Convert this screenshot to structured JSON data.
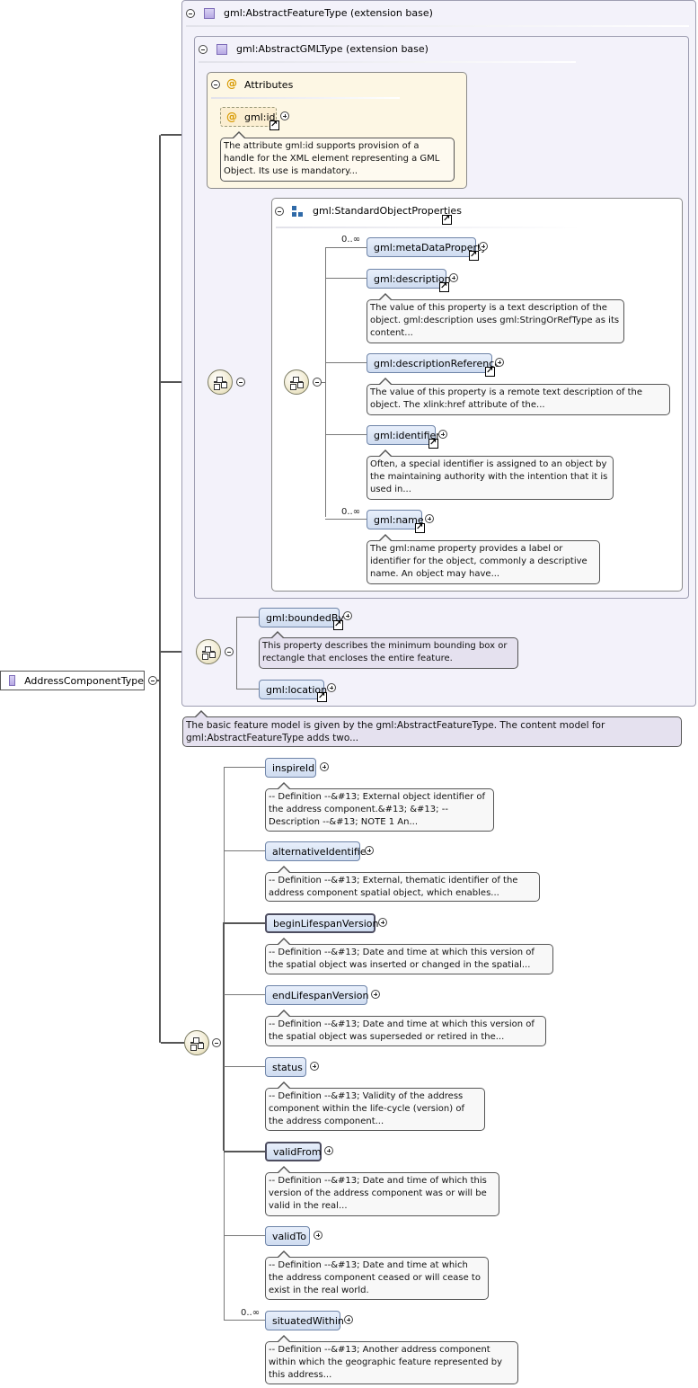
{
  "root": {
    "label": "AddressComponentType"
  },
  "extension": {
    "abstract_feature": "gml:AbstractFeatureType (extension base)",
    "abstract_gml": "gml:AbstractGMLType (extension base)",
    "attributes_title": "Attributes",
    "gml_id": {
      "label": "gml:id",
      "note": "The attribute gml:id supports provision of a handle for the XML element representing a GML Object. Its use is mandatory..."
    },
    "std_props": "gml:StandardObjectProperties",
    "std_elements": [
      {
        "label": "gml:metaDataProperty",
        "occurs": "0..∞",
        "note": ""
      },
      {
        "label": "gml:description",
        "occurs": "",
        "note": "The value of this property is a text description of the object. gml:description uses gml:StringOrRefType as its content..."
      },
      {
        "label": "gml:descriptionReference",
        "occurs": "",
        "note": "The value of this property is a remote text description of the object. The xlink:href attribute of the..."
      },
      {
        "label": "gml:identifier",
        "occurs": "",
        "note": "Often, a special identifier is assigned to an object by the maintaining authority with the intention that it is used in..."
      },
      {
        "label": "gml:name",
        "occurs": "0..∞",
        "note": "The gml:name property provides a label or identifier for the object, commonly a descriptive name. An object may have..."
      }
    ],
    "feature_elements": [
      {
        "label": "gml:boundedBy",
        "note": "This property describes the minimum bounding box or rectangle that encloses the entire feature."
      },
      {
        "label": "gml:location",
        "note": ""
      }
    ],
    "feature_note": "The basic feature model is given by the gml:AbstractFeatureType. The content model for gml:AbstractFeatureType adds two..."
  },
  "elements": [
    {
      "label": "inspireId",
      "occurs": "",
      "note": "-- Definition --&#13; External object identifier of the address component.&#13; &#13; -- Description --&#13; NOTE 1 An..."
    },
    {
      "label": "alternativeIdentifier",
      "occurs": "",
      "note": "-- Definition --&#13; External, thematic identifier of the address component spatial object, which enables..."
    },
    {
      "label": "beginLifespanVersion",
      "occurs": "",
      "note": "-- Definition --&#13; Date and time at which this version of the spatial object was inserted or changed in the spatial..."
    },
    {
      "label": "endLifespanVersion",
      "occurs": "",
      "note": "-- Definition --&#13; Date and time at which this version of the spatial object was superseded or retired in the..."
    },
    {
      "label": "status",
      "occurs": "",
      "note": "-- Definition --&#13; Validity of the address component within the life-cycle (version) of the address component..."
    },
    {
      "label": "validFrom",
      "occurs": "",
      "note": "-- Definition --&#13; Date and time of which this version of the address component was or will be valid in the real..."
    },
    {
      "label": "validTo",
      "occurs": "",
      "note": "-- Definition --&#13; Date and time at which the address component ceased or will cease to exist in the real world."
    },
    {
      "label": "situatedWithin",
      "occurs": "0..∞",
      "note": "-- Definition --&#13; Another address component within which the geographic feature represented by this address..."
    }
  ]
}
